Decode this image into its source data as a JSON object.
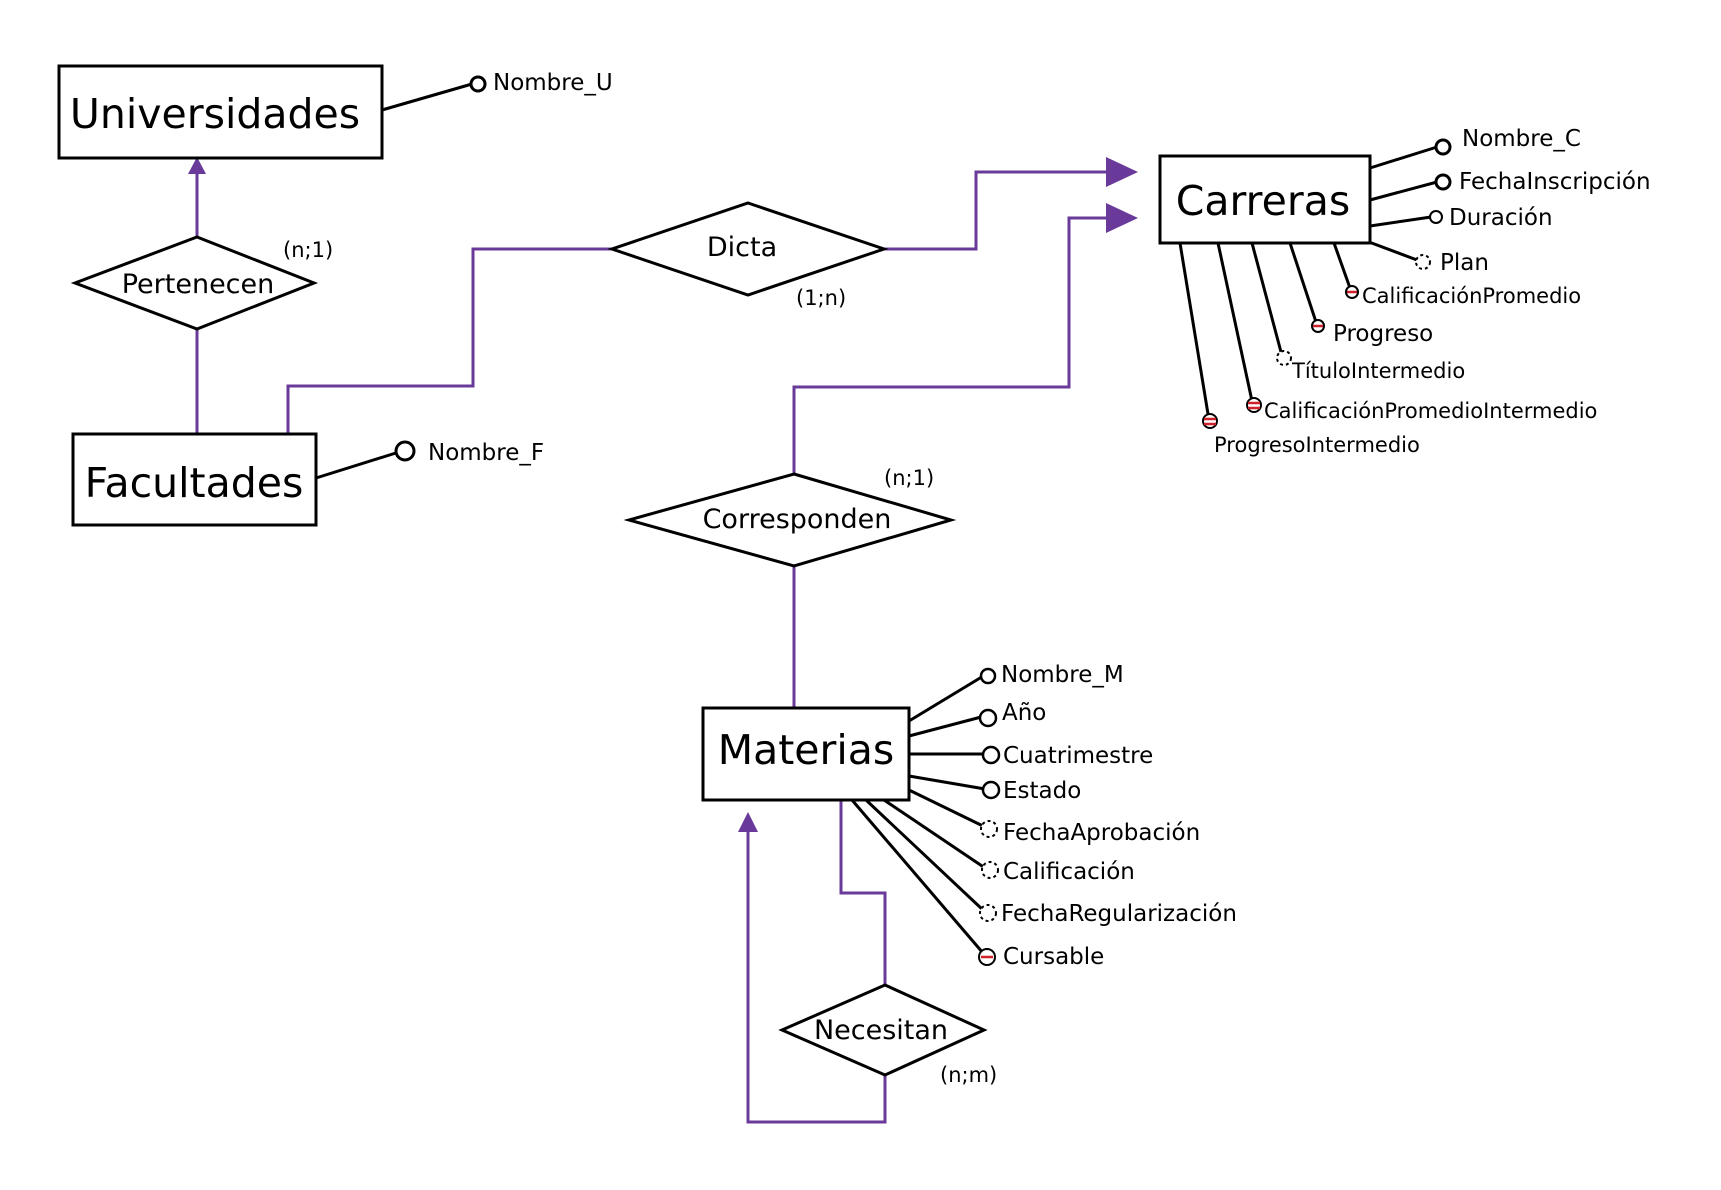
{
  "entities": {
    "universidades": "Universidades",
    "facultades": "Facultades",
    "carreras": "Carreras",
    "materias": "Materias"
  },
  "relationships": {
    "pertenecen": {
      "label": "Pertenecen",
      "cardinality": "(n;1)"
    },
    "dicta": {
      "label": "Dicta",
      "cardinality": "(1;n)"
    },
    "corresponden": {
      "label": "Corresponden",
      "cardinality": "(n;1)"
    },
    "necesitan": {
      "label": "Necesitan",
      "cardinality": "(n;m)"
    }
  },
  "attributes": {
    "universidades": [
      {
        "label": "Nombre_U",
        "kind": "identifier"
      }
    ],
    "facultades": [
      {
        "label": "Nombre_F",
        "kind": "identifier"
      }
    ],
    "carreras": [
      {
        "label": "Nombre_C",
        "kind": "identifier"
      },
      {
        "label": "FechaInscripción",
        "kind": "identifier"
      },
      {
        "label": "Duración",
        "kind": "simple"
      },
      {
        "label": "Plan",
        "kind": "optional"
      },
      {
        "label": "CalificaciónPromedio",
        "kind": "derived"
      },
      {
        "label": "Progreso",
        "kind": "derived"
      },
      {
        "label": "TítuloIntermedio",
        "kind": "optional"
      },
      {
        "label": "CalificaciónPromedioIntermedio",
        "kind": "derived"
      },
      {
        "label": "ProgresoIntermedio",
        "kind": "derived"
      }
    ],
    "materias": [
      {
        "label": "Nombre_M",
        "kind": "simple"
      },
      {
        "label": "Año",
        "kind": "simple"
      },
      {
        "label": "Cuatrimestre",
        "kind": "simple"
      },
      {
        "label": "Estado",
        "kind": "simple"
      },
      {
        "label": "FechaAprobación",
        "kind": "optional"
      },
      {
        "label": "Calificación",
        "kind": "optional"
      },
      {
        "label": "FechaRegularización",
        "kind": "optional"
      },
      {
        "label": "Cursable",
        "kind": "derived"
      }
    ]
  },
  "colors": {
    "relationship_line": "#6a3a9a",
    "derived_marker": "#d0202a",
    "entity_line": "#000000"
  }
}
